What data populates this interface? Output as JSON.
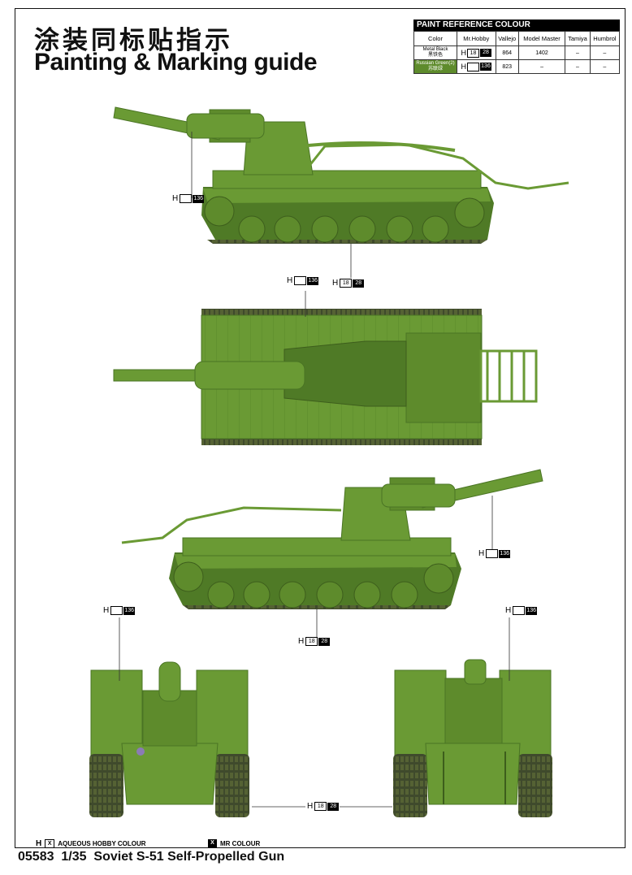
{
  "title_cn": "涂装同标贴指示",
  "title_en": "Painting & Marking guide",
  "paint_table": {
    "header": "PAINT REFERENCE COLOUR",
    "columns": [
      "Color",
      "Mr.Hobby",
      "Vallejo",
      "Model Master",
      "Tamiya",
      "Humbrol"
    ],
    "rows": [
      {
        "color_en": "Metal Black",
        "color_cn": "黑铁色",
        "mrhobby_h": "H",
        "mrhobby_white": "18",
        "mrhobby_black": "28",
        "vallejo": "864",
        "model_master": "1402",
        "tamiya": "–",
        "humbrol": "–"
      },
      {
        "color_en": "Russian Green(2)",
        "color_cn": "苏联绿",
        "mrhobby_h": "H",
        "mrhobby_white": "",
        "mrhobby_black": "136",
        "vallejo": "823",
        "model_master": "–",
        "tamiya": "–",
        "humbrol": "–"
      }
    ]
  },
  "callouts": {
    "h": "H",
    "green_code": "136",
    "black_white": "18",
    "black_code": "28"
  },
  "legend": {
    "aqueous_h": "H",
    "aqueous_box": "X",
    "aqueous_label": "AQUEOUS HOBBY COLOUR",
    "mr_box": "X",
    "mr_label": "MR COLOUR"
  },
  "footer": "05583  1/35  Soviet S-51 Self-Propelled Gun",
  "colors": {
    "hull_green": "#6a9a34",
    "dark_green": "#4a7424",
    "metal_black": "#2b2b2b"
  }
}
